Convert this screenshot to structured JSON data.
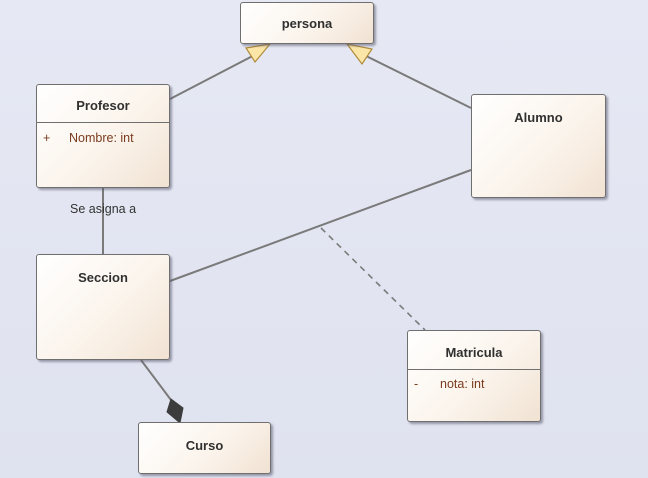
{
  "diagram": {
    "classes": {
      "persona": {
        "name": "persona"
      },
      "profesor": {
        "name": "Profesor",
        "attributes": [
          {
            "visibility": "+",
            "text": "Nombre: int"
          }
        ]
      },
      "alumno": {
        "name": "Alumno"
      },
      "seccion": {
        "name": "Seccion"
      },
      "matricula": {
        "name": "Matricula",
        "attributes": [
          {
            "visibility": "-",
            "text": "nota: int"
          }
        ]
      },
      "curso": {
        "name": "Curso"
      }
    },
    "relations": {
      "profesor_seccion_label": "Se asigna a"
    },
    "colors": {
      "background": "#e3e6f2",
      "line": "#7a7a7a",
      "triangle_fill": "#fbe6a8",
      "triangle_stroke": "#b08b3a",
      "diamond_fill": "#3c3c3c",
      "attribute_text": "#7a3b1f"
    }
  }
}
